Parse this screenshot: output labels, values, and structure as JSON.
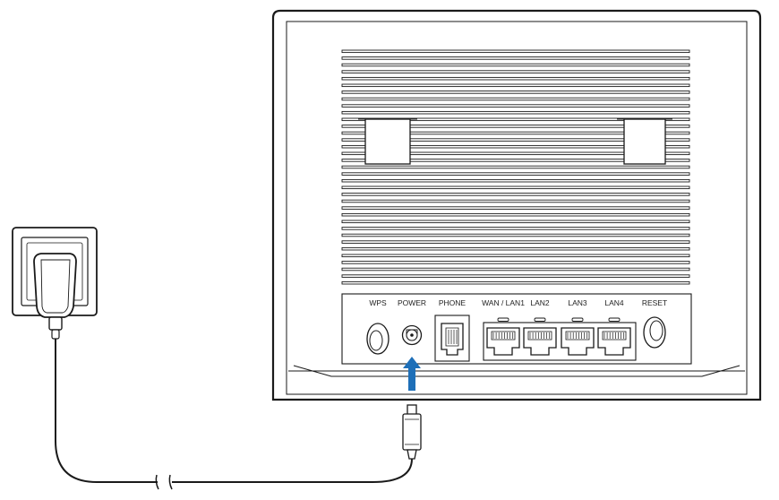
{
  "labels": {
    "wps": "WPS",
    "power": "POWER",
    "phone": "PHONE",
    "wan_lan1": "WAN / LAN1",
    "lan2": "LAN2",
    "lan3": "LAN3",
    "lan4": "LAN4",
    "reset": "RESET"
  },
  "colors": {
    "line": "#1a1a1a",
    "arrow": "#1e6fb8",
    "background": "#ffffff"
  },
  "icons": {
    "power_adapter": "power-adapter-icon",
    "wall_socket": "wall-socket-icon",
    "arrow": "arrow-up-icon"
  }
}
